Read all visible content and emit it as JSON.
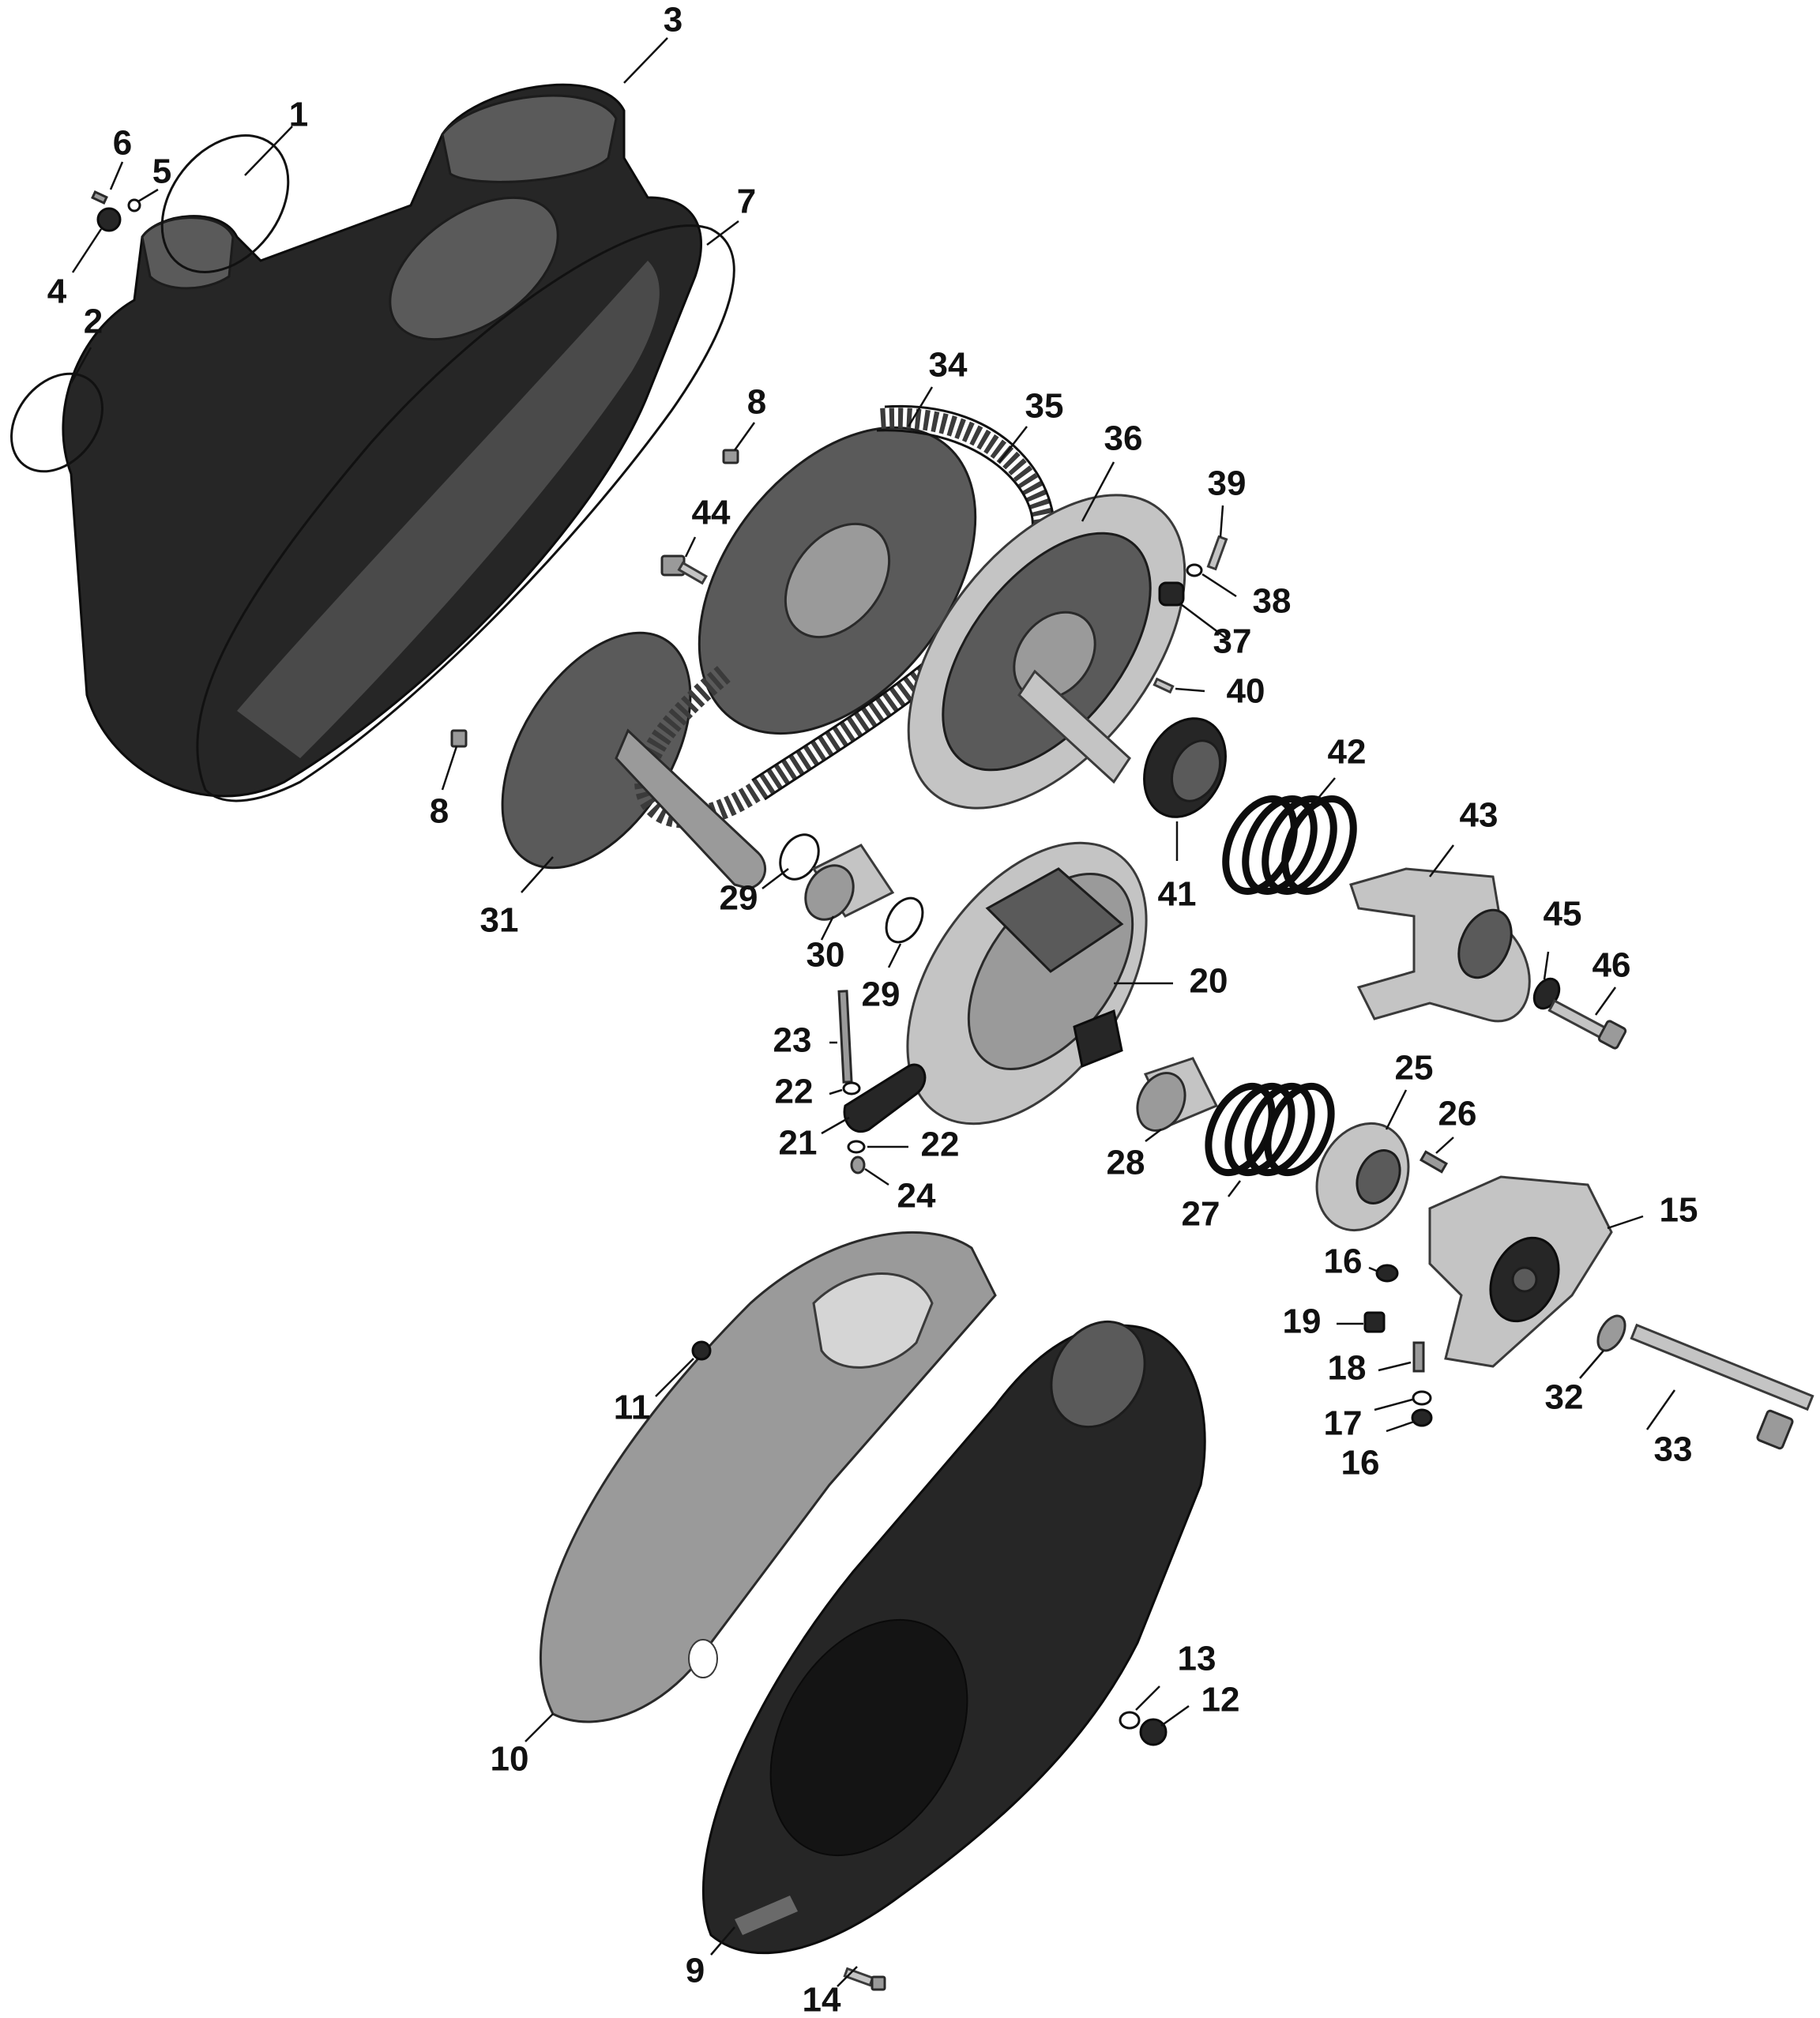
{
  "callouts": [
    {
      "n": "1"
    },
    {
      "n": "2"
    },
    {
      "n": "3"
    },
    {
      "n": "4"
    },
    {
      "n": "5"
    },
    {
      "n": "6"
    },
    {
      "n": "7"
    },
    {
      "n": "8"
    },
    {
      "n": "8"
    },
    {
      "n": "9"
    },
    {
      "n": "10"
    },
    {
      "n": "11"
    },
    {
      "n": "12"
    },
    {
      "n": "13"
    },
    {
      "n": "14"
    },
    {
      "n": "15"
    },
    {
      "n": "16"
    },
    {
      "n": "16"
    },
    {
      "n": "17"
    },
    {
      "n": "18"
    },
    {
      "n": "19"
    },
    {
      "n": "20"
    },
    {
      "n": "21"
    },
    {
      "n": "22"
    },
    {
      "n": "22"
    },
    {
      "n": "23"
    },
    {
      "n": "24"
    },
    {
      "n": "25"
    },
    {
      "n": "26"
    },
    {
      "n": "27"
    },
    {
      "n": "28"
    },
    {
      "n": "29"
    },
    {
      "n": "29"
    },
    {
      "n": "30"
    },
    {
      "n": "31"
    },
    {
      "n": "32"
    },
    {
      "n": "33"
    },
    {
      "n": "34"
    },
    {
      "n": "35"
    },
    {
      "n": "36"
    },
    {
      "n": "37"
    },
    {
      "n": "38"
    },
    {
      "n": "39"
    },
    {
      "n": "40"
    },
    {
      "n": "41"
    },
    {
      "n": "42"
    },
    {
      "n": "43"
    },
    {
      "n": "44"
    },
    {
      "n": "45"
    },
    {
      "n": "46"
    }
  ]
}
